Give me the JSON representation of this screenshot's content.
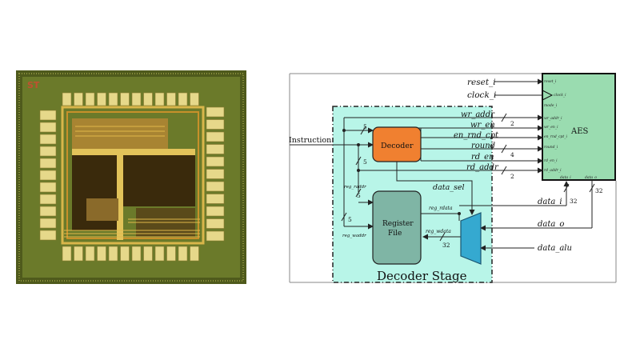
{
  "chip": {
    "logo_text": "ST",
    "colors": {
      "border": "#4f5a1c",
      "field": "#6b7a2a",
      "pad": "#e6d88a",
      "metal": "#d9b64a",
      "block": "#3a2a0c"
    }
  },
  "diagram": {
    "colors": {
      "stage_fill": "#b8f5e8",
      "aes_fill": "#9adcb0",
      "decoder_fill": "#f08030",
      "regfile_fill": "#7fb5a5",
      "mux_fill": "#35a9d0",
      "line": "#222222"
    },
    "stage_label": "Decoder Stage",
    "aes": {
      "title": "AES",
      "ports_left": [
        "reset_i",
        "clock_i",
        "mode_i",
        "wr_addr_i",
        "wr_en_i",
        "en_rnd_cpt_i",
        "round_i",
        "rd_en_i",
        "rd_addr_i"
      ],
      "ports_bottom": [
        "data_i",
        "data_o"
      ]
    },
    "decoder": {
      "label": "Decoder"
    },
    "register_file": {
      "label_line1": "Register",
      "label_line2": "File"
    },
    "inputs": {
      "instruction": "Instruction"
    },
    "signals": {
      "reset": "reset_i",
      "clock": "clock_i",
      "wr_addr": "wr_addr",
      "wr_en": "wr_en",
      "en_rnd_cpt": "en_rnd_cpt",
      "round": "round",
      "rd_en": "rd_en",
      "rd_addr": "rd_addr",
      "data_sel": "data_sel",
      "data_i": "data_i",
      "data_o": "data_o",
      "data_alu": "data_alu",
      "reg_raddr": "reg_raddr",
      "reg_waddr": "reg_waddr",
      "reg_rdata": "reg_rdata",
      "reg_wdata": "reg_wdata"
    },
    "bus_widths": {
      "decoder_in": "5",
      "wr_addr": "2",
      "round": "4",
      "rd_addr": "2",
      "data_i": "32",
      "data_o": "32",
      "reg_raddr": "5",
      "reg_waddr": "5",
      "reg_wdata": "32",
      "reg_waddr_alt": "5"
    }
  }
}
